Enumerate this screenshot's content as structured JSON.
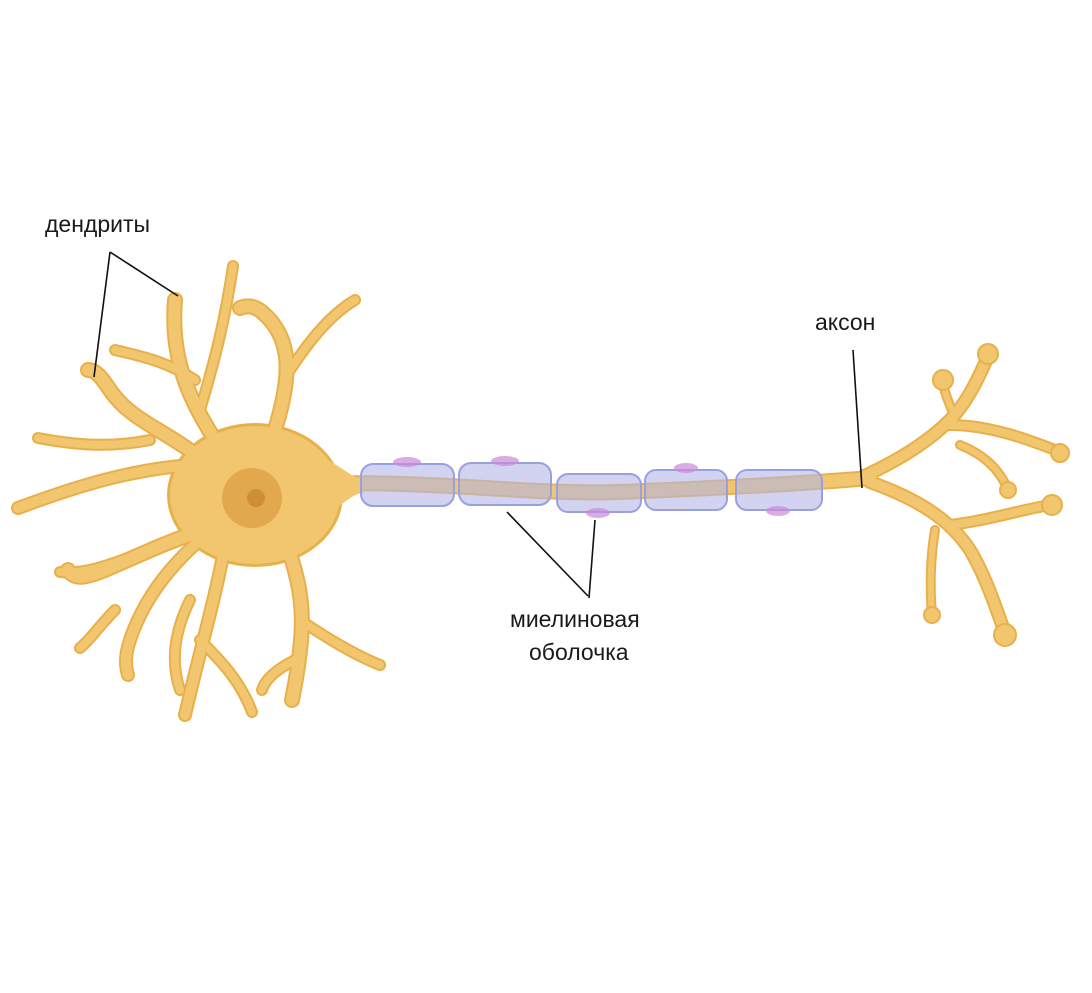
{
  "labels": {
    "dendrites": "дендриты",
    "axon": "аксон",
    "myelin_line1": "миелиновая",
    "myelin_line2": "оболочка"
  },
  "colors": {
    "neuron_fill": "#f2c66e",
    "neuron_outline": "#e8b04a",
    "nucleus": "#e2a84e",
    "nucleolus": "#cf8e35",
    "myelin_fill": "#b3b6e6",
    "myelin_outline": "#9aa0df",
    "myelin_accent": "#c98ad8",
    "leader_line": "#111111",
    "background": "#ffffff"
  }
}
